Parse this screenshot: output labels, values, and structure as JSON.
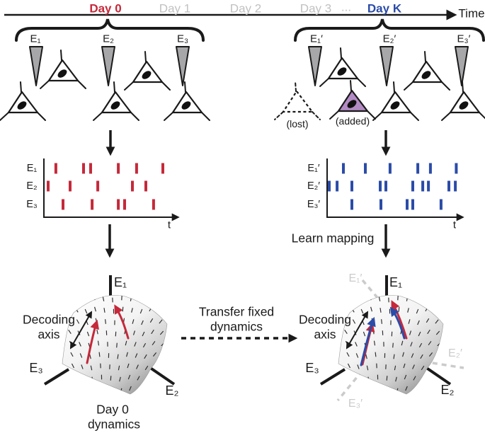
{
  "palette": {
    "red": "#C5293A",
    "blue": "#2A4BA8",
    "gray_text": "#C1C1C3",
    "ghost": "#CBCBCB",
    "electrode_fill": "#A7A7AA",
    "added_fill": "#B38BC4",
    "ink": "#1A1A1A"
  },
  "timeline": {
    "day0": "Day 0",
    "day1": "Day 1",
    "day2": "Day 2",
    "day3": "Day 3",
    "ellipsis": "...",
    "dayk": "Day K",
    "time": "Time"
  },
  "recording": {
    "left": {
      "electrodes": [
        "E₁",
        "E₂",
        "E₃"
      ]
    },
    "right": {
      "electrodes": [
        "E₁′",
        "E₂′",
        "E₃′"
      ],
      "lost": "(lost)",
      "added": "(added)"
    }
  },
  "rasters": {
    "left": {
      "color": "#C5293A",
      "t": "t",
      "rows": [
        {
          "label": "E₁",
          "spikes": [
            0.091,
            0.301,
            0.355,
            0.565,
            0.704,
            0.903
          ]
        },
        {
          "label": "E₂",
          "spikes": [
            0.032,
            0.199,
            0.409,
            0.672,
            0.774
          ]
        },
        {
          "label": "E₃",
          "spikes": [
            0.145,
            0.366,
            0.565,
            0.613,
            0.833
          ]
        }
      ]
    },
    "right": {
      "color": "#2A4BA8",
      "t": "t",
      "learn_mapping": "Learn mapping",
      "rows": [
        {
          "label": "E₁′",
          "spikes": [
            0.121,
            0.284,
            0.468,
            0.674,
            0.768,
            0.96
          ]
        },
        {
          "label": "E₂′",
          "spikes": [
            0.016,
            0.074,
            0.184,
            0.395,
            0.437,
            0.637,
            0.711,
            0.753,
            0.905,
            0.953
          ]
        },
        {
          "label": "E₃′",
          "spikes": [
            0.184,
            0.4,
            0.595,
            0.637,
            0.847
          ]
        }
      ]
    }
  },
  "transfer": {
    "line1": "Transfer fixed",
    "line2": "dynamics"
  },
  "manifolds": {
    "left": {
      "decoding1": "Decoding",
      "decoding2": "axis",
      "e1": "E₁",
      "e2": "E₂",
      "e3": "E₃",
      "caption1": "Day 0",
      "caption2": "dynamics"
    },
    "right": {
      "decoding1": "Decoding",
      "decoding2": "axis",
      "e1": "E₁",
      "e2": "E₂",
      "e3": "E₃",
      "e1_ghost": "E₁′",
      "e2_ghost": "E₂′",
      "e3_ghost": "E₃′"
    }
  }
}
